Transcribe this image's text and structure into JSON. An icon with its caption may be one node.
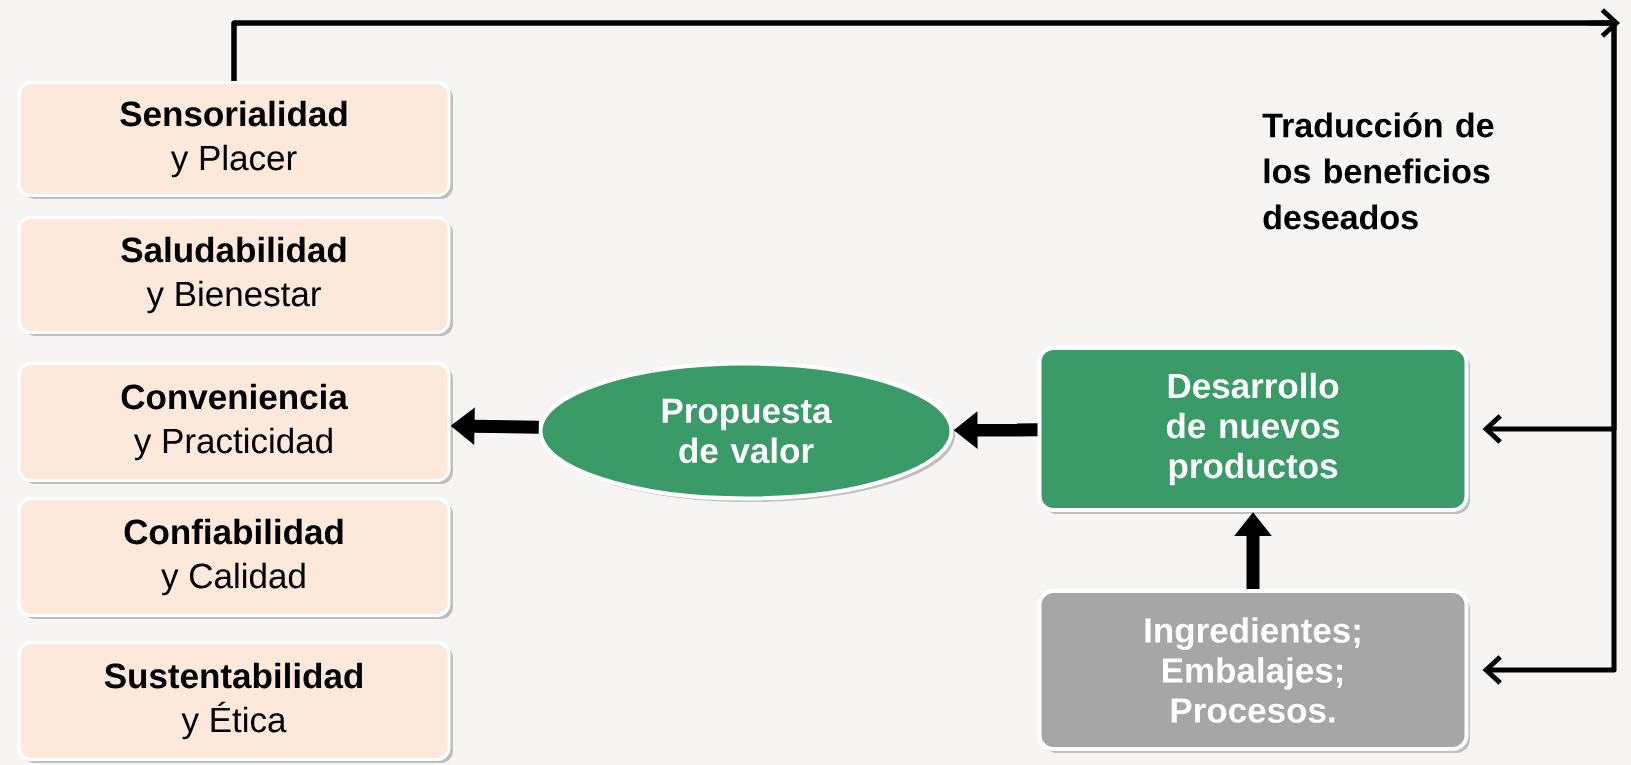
{
  "diagram": {
    "nodes": [
      {
        "text": [
          "Sensorialidad",
          "y Placer"
        ]
      },
      {
        "text": [
          "Saludabilidad",
          "y Bienestar"
        ]
      },
      {
        "text": [
          "Conveniencia",
          "y Practicidad"
        ]
      },
      {
        "text": [
          "Confiabilidad",
          "y Calidad"
        ]
      },
      {
        "text": [
          "Sustentabilidad",
          "y Ética"
        ]
      },
      {
        "text": [
          "Propuesta de valor"
        ]
      },
      {
        "text": [
          "Desarrollo de nuevos productos"
        ]
      },
      {
        "text": [
          "Ingredientes; Embalajes; Procesos."
        ]
      }
    ],
    "edges": [
      {
        "from": 0,
        "to": 6,
        "arrow": "to"
      },
      {
        "from": 0,
        "to": 7,
        "arrow": "to"
      },
      {
        "from": 5,
        "to": 2,
        "arrow": "to"
      },
      {
        "from": 6,
        "to": 5,
        "arrow": "to"
      },
      {
        "from": 7,
        "to": 6,
        "arrow": "to"
      }
    ],
    "labels": [
      "Traducción de los beneficios deseados"
    ]
  }
}
